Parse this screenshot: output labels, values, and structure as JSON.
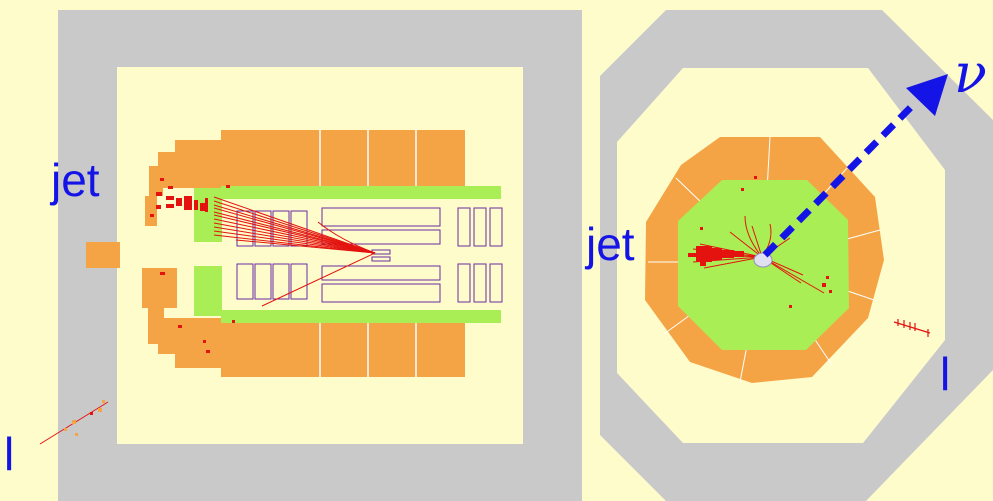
{
  "page": {
    "background": "#fffccc"
  },
  "colors": {
    "muon_chambers": "#c9c9c9",
    "hadronic_calorimeter": "#f4a445",
    "em_calorimeter": "#aaee55",
    "inner_volume": "#fffccc",
    "tracker_outline": "#6a2ca0",
    "tracks_and_deposits": "#e4130f",
    "labels_and_missing_energy": "#1414e6"
  },
  "side_view": {
    "labels": {
      "jet": "jet",
      "lepton": "l"
    }
  },
  "end_view": {
    "labels": {
      "jet": "jet",
      "lepton": "l",
      "neutrino": "ν"
    },
    "missing_energy_arrow": "dashed-arrow"
  }
}
